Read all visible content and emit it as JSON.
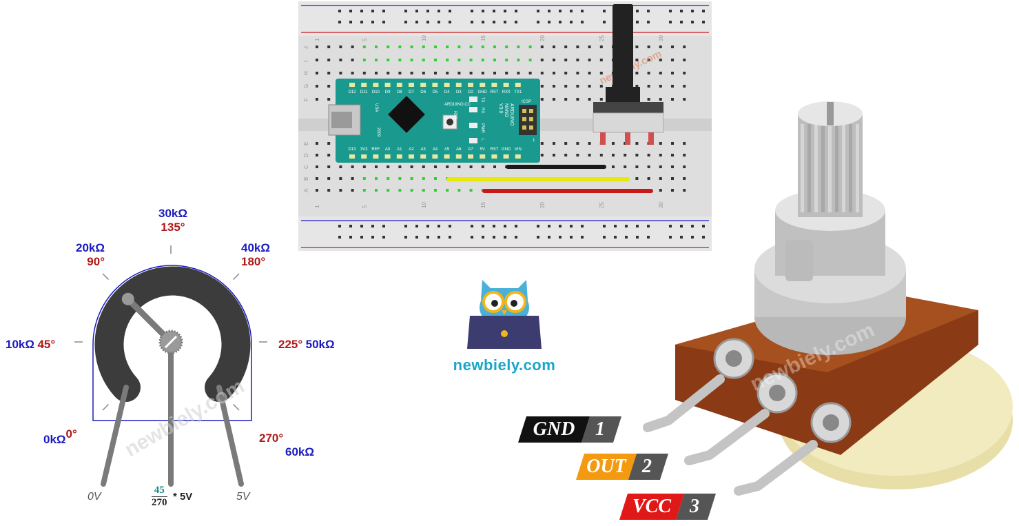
{
  "breadboard": {
    "col_numbers_top": [
      "1",
      "5",
      "10",
      "15",
      "20",
      "25",
      "30"
    ],
    "col_numbers_bottom": [
      "1",
      "5",
      "10",
      "15",
      "20",
      "25",
      "30"
    ],
    "row_letters_top": [
      "J",
      "I",
      "H",
      "G",
      "F"
    ],
    "row_letters_bottom": [
      "E",
      "D",
      "C",
      "B",
      "A"
    ],
    "watermark": "newbiely.com"
  },
  "arduino": {
    "top_pins": [
      "D12",
      "D11",
      "D10",
      "D9",
      "D8",
      "D7",
      "D6",
      "D5",
      "D4",
      "D3",
      "D2",
      "GND",
      "RST",
      "RX0",
      "TX1"
    ],
    "bottom_pins": [
      "D13",
      "3V3",
      "REF",
      "A0",
      "A1",
      "A2",
      "A3",
      "A4",
      "A5",
      "A6",
      "A7",
      "5V",
      "RST",
      "GND",
      "VIN"
    ],
    "usa": "USA",
    "year": "2009",
    "website": "ARDUINO.CC",
    "rst": "RST",
    "icsp": "ICSP",
    "icsp_one": "1",
    "led_labels": [
      "TX",
      "RX",
      "PWR",
      "L"
    ],
    "model_lines": [
      "ARDUINO",
      "NANO",
      "V3.0"
    ],
    "board_color": "#1a9a8f"
  },
  "wires": {
    "black": "#1a1a1a",
    "yellow": "#e8e80a",
    "red": "#c81818"
  },
  "dial": {
    "labels": [
      {
        "ohm": "0kΩ",
        "deg": "0°"
      },
      {
        "ohm": "10kΩ",
        "deg": "45°"
      },
      {
        "ohm": "20kΩ",
        "deg": "90°"
      },
      {
        "ohm": "30kΩ",
        "deg": "135°"
      },
      {
        "ohm": "40kΩ",
        "deg": "180°"
      },
      {
        "ohm": "50kΩ",
        "deg": "225°"
      },
      {
        "ohm": "60kΩ",
        "deg": "270°"
      }
    ],
    "wiper_angle_deg": 45,
    "terminal_left": "0V",
    "terminal_right": "5V",
    "formula_num": "45",
    "formula_den": "270",
    "formula_suffix": "* 5V",
    "watermark": "newbiely.com"
  },
  "logo": {
    "text": "newbiely.com",
    "color": "#1aa6c9"
  },
  "pins": [
    {
      "name": "GND",
      "num": "1",
      "color": "#111111"
    },
    {
      "name": "OUT",
      "num": "2",
      "color": "#f39a10"
    },
    {
      "name": "VCC",
      "num": "3",
      "color": "#e01818"
    }
  ],
  "photo_watermark": "newbiely.com"
}
